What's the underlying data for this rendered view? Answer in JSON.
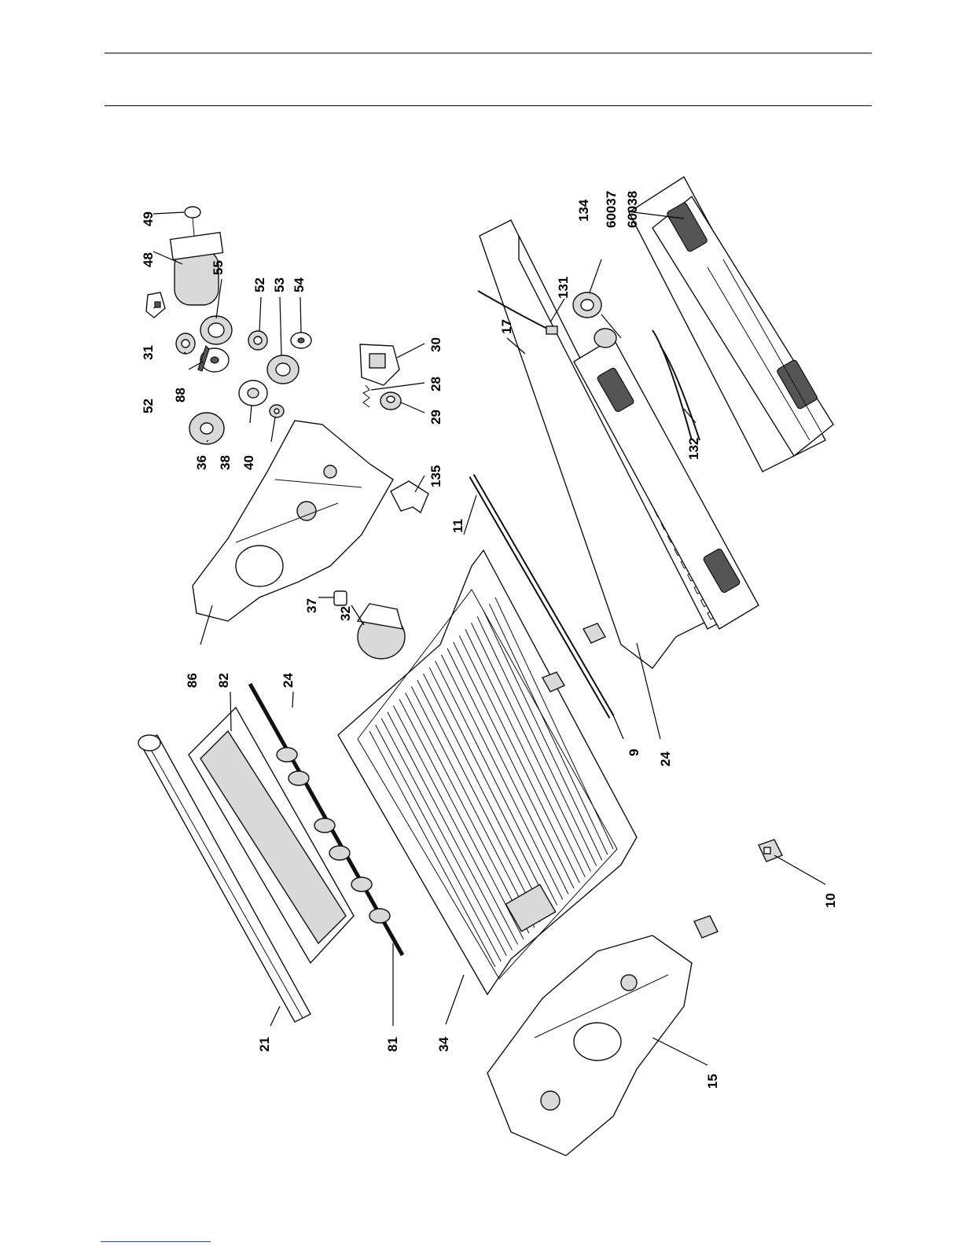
{
  "diagram": {
    "type": "exploded-parts-view",
    "callouts": [
      "49",
      "48",
      "31",
      "55",
      "52",
      "53",
      "54",
      "52",
      "88",
      "36",
      "38",
      "40",
      "30",
      "28",
      "29",
      "135",
      "37",
      "32",
      "86",
      "82",
      "24",
      "21",
      "81",
      "34",
      "11",
      "9",
      "24",
      "17",
      "131",
      "134",
      "60037",
      "60038",
      "132",
      "10",
      "15"
    ]
  }
}
